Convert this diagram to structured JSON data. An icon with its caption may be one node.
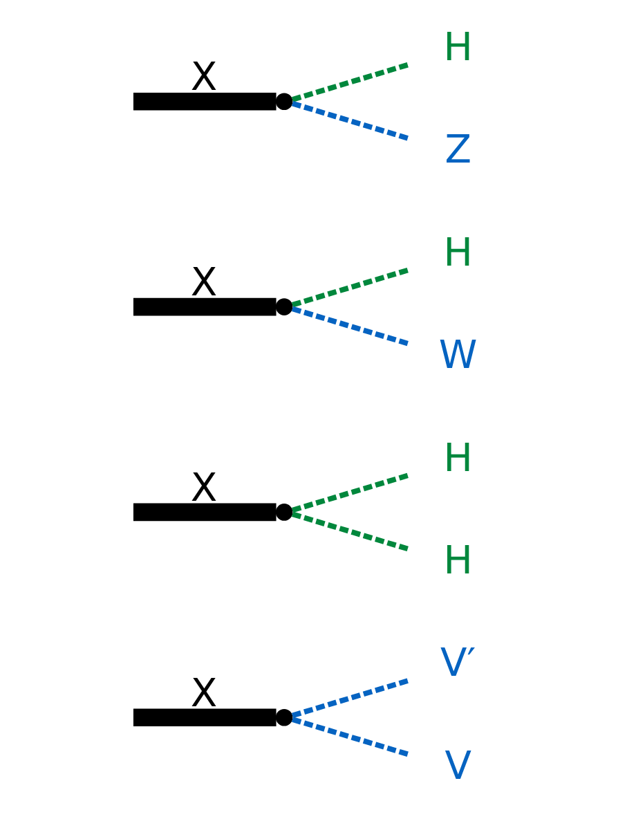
{
  "diagram": {
    "nodes": [
      {
        "text": [],
        "shape": "point"
      },
      {
        "text": [
          "Z"
        ]
      },
      {
        "text": [
          "H"
        ]
      },
      {
        "text": [],
        "shape": "point"
      },
      {
        "text": [
          "W"
        ]
      },
      {
        "text": [
          "H"
        ]
      },
      {
        "text": [],
        "shape": "point"
      },
      {
        "text": [
          "H"
        ]
      },
      {
        "text": [
          "H"
        ]
      },
      {
        "text": [],
        "shape": "point"
      },
      {
        "text": [
          "V"
        ]
      },
      {
        "text": [
          "V′"
        ]
      }
    ],
    "edges": [
      {
        "from": null,
        "to": 0,
        "arrow": "none",
        "label": "X",
        "style": "thick",
        "color": "#000000"
      },
      {
        "from": 0,
        "to": 1,
        "arrow": "none",
        "style": "dashed",
        "color": "#0563c1"
      },
      {
        "from": 0,
        "to": 2,
        "arrow": "none",
        "style": "dashed",
        "color": "#00873c"
      },
      {
        "from": null,
        "to": 3,
        "arrow": "none",
        "label": "X",
        "style": "thick",
        "color": "#000000"
      },
      {
        "from": 3,
        "to": 4,
        "arrow": "none",
        "style": "dashed",
        "color": "#0563c1"
      },
      {
        "from": 3,
        "to": 5,
        "arrow": "none",
        "style": "dashed",
        "color": "#00873c"
      },
      {
        "from": null,
        "to": 6,
        "arrow": "none",
        "label": "X",
        "style": "thick",
        "color": "#000000"
      },
      {
        "from": 6,
        "to": 7,
        "arrow": "none",
        "style": "dashed",
        "color": "#00873c"
      },
      {
        "from": 6,
        "to": 8,
        "arrow": "none",
        "style": "dashed",
        "color": "#00873c"
      },
      {
        "from": null,
        "to": 9,
        "arrow": "none",
        "label": "X",
        "style": "thick",
        "color": "#000000"
      },
      {
        "from": 9,
        "to": 10,
        "arrow": "none",
        "style": "dashed",
        "color": "#0563c1"
      },
      {
        "from": 9,
        "to": 11,
        "arrow": "none",
        "style": "dashed",
        "color": "#0563c1"
      }
    ]
  }
}
